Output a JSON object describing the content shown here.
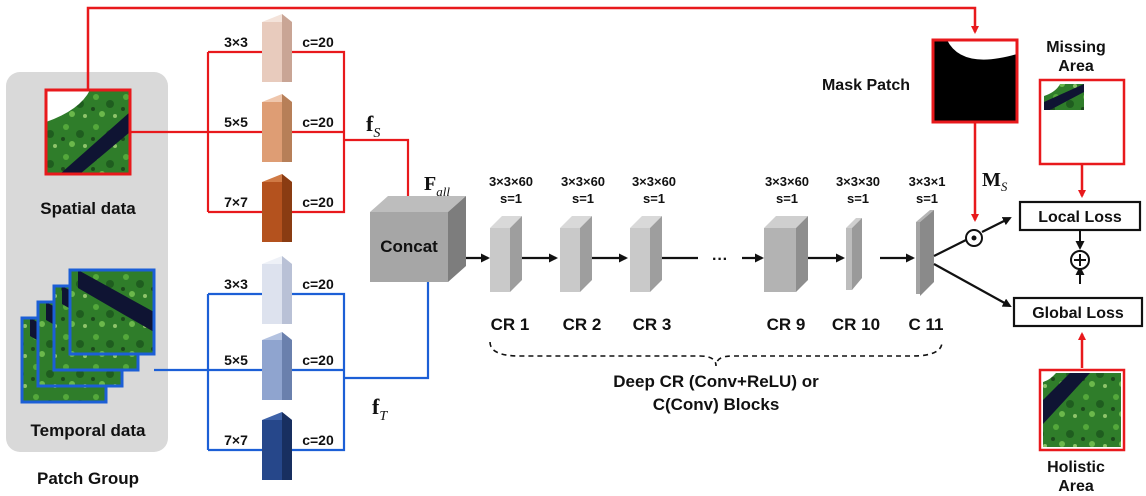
{
  "patch_group": {
    "spatial_label": "Spatial data",
    "temporal_label": "Temporal data",
    "group_label": "Patch Group"
  },
  "spatial_branch": [
    {
      "kernel": "3×3",
      "channels": "c=20",
      "color": "#e8cbbd"
    },
    {
      "kernel": "5×5",
      "channels": "c=20",
      "color": "#de9d74"
    },
    {
      "kernel": "7×7",
      "channels": "c=20",
      "color": "#b4521e"
    }
  ],
  "temporal_branch": [
    {
      "kernel": "3×3",
      "channels": "c=20",
      "color": "#dde2ee"
    },
    {
      "kernel": "5×5",
      "channels": "c=20",
      "color": "#8fa4cf"
    },
    {
      "kernel": "7×7",
      "channels": "c=20",
      "color": "#26478a"
    }
  ],
  "features": {
    "f_s_main": "f",
    "f_s_sub": "S",
    "f_t_main": "f",
    "f_t_sub": "T",
    "f_all_main": "F",
    "f_all_sub": "all",
    "m_s_main": "M",
    "m_s_sub": "S"
  },
  "concat_label": "Concat",
  "cr_blocks": [
    {
      "name": "CR 1",
      "spec_line1": "3×3×60",
      "spec_line2": "s=1"
    },
    {
      "name": "CR 2",
      "spec_line1": "3×3×60",
      "spec_line2": "s=1"
    },
    {
      "name": "CR 3",
      "spec_line1": "3×3×60",
      "spec_line2": "s=1"
    },
    {
      "name": "CR 9",
      "spec_line1": "3×3×60",
      "spec_line2": "s=1"
    },
    {
      "name": "CR 10",
      "spec_line1": "3×3×30",
      "spec_line2": "s=1"
    },
    {
      "name": "C 11",
      "spec_line1": "3×3×1",
      "spec_line2": "s=1"
    }
  ],
  "ellipsis": "···",
  "brace_caption_line1": "Deep CR (Conv+ReLU) or",
  "brace_caption_line2": "C(Conv) Blocks",
  "mask_patch_label": "Mask Patch",
  "missing_area_line1": "Missing",
  "missing_area_line2": "Area",
  "holistic_area_line1": "Holistic",
  "holistic_area_line2": "Area",
  "local_loss_label": "Local Loss",
  "global_loss_label": "Global Loss",
  "colors": {
    "spatial_arrow": "#e8191c",
    "temporal_arrow": "#1c5fd6",
    "group_bg": "#d9d9d9",
    "block_face": "#d6d6d6",
    "block_side": "#9c9c9c",
    "block_top": "#bfbfbf"
  }
}
